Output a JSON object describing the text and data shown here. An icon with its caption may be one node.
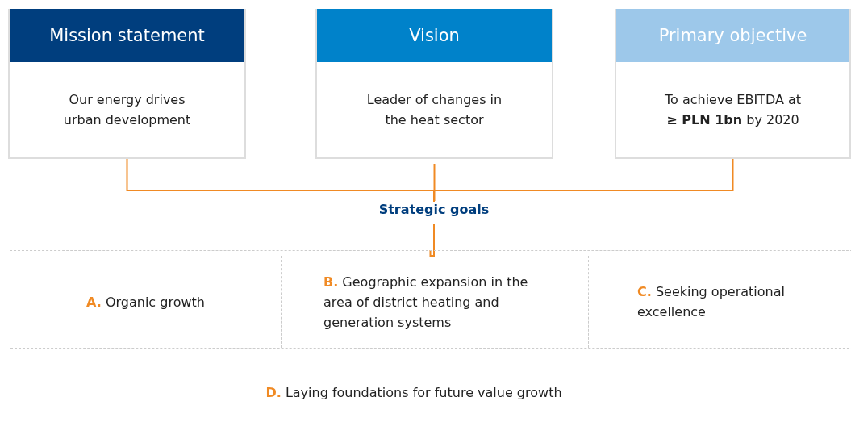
{
  "diagram": {
    "nodes": [
      {
        "text": [
          "Mission statement",
          "Our energy drives urban development"
        ]
      },
      {
        "text": [
          "Vision",
          "Leader of changes in the heat sector"
        ]
      },
      {
        "text": [
          "Primary objective",
          "To achieve EBITDA at **≥ PLN 1bn** by 2020"
        ]
      },
      {
        "text": [
          "Strategic goals"
        ]
      },
      {
        "text": [],
        "shape": "box"
      },
      {
        "text": [
          "**A.** Organic growth"
        ],
        "in": 4
      },
      {
        "text": [
          "**B.** Geographic expansion in the area of district heating and generation systems"
        ],
        "in": 4
      },
      {
        "text": [
          "**C.** Seeking operational excellence"
        ],
        "in": 4
      },
      {
        "text": [
          "**D.** Laying foundations for future value growth"
        ],
        "in": 4
      }
    ],
    "edges": [
      {
        "from": 0,
        "to": 3,
        "arrow": "none"
      },
      {
        "from": 1,
        "to": 3,
        "arrow": "none"
      },
      {
        "from": 2,
        "to": 3,
        "arrow": "none"
      },
      {
        "from": 3,
        "to": 4,
        "arrow": "none"
      }
    ]
  }
}
